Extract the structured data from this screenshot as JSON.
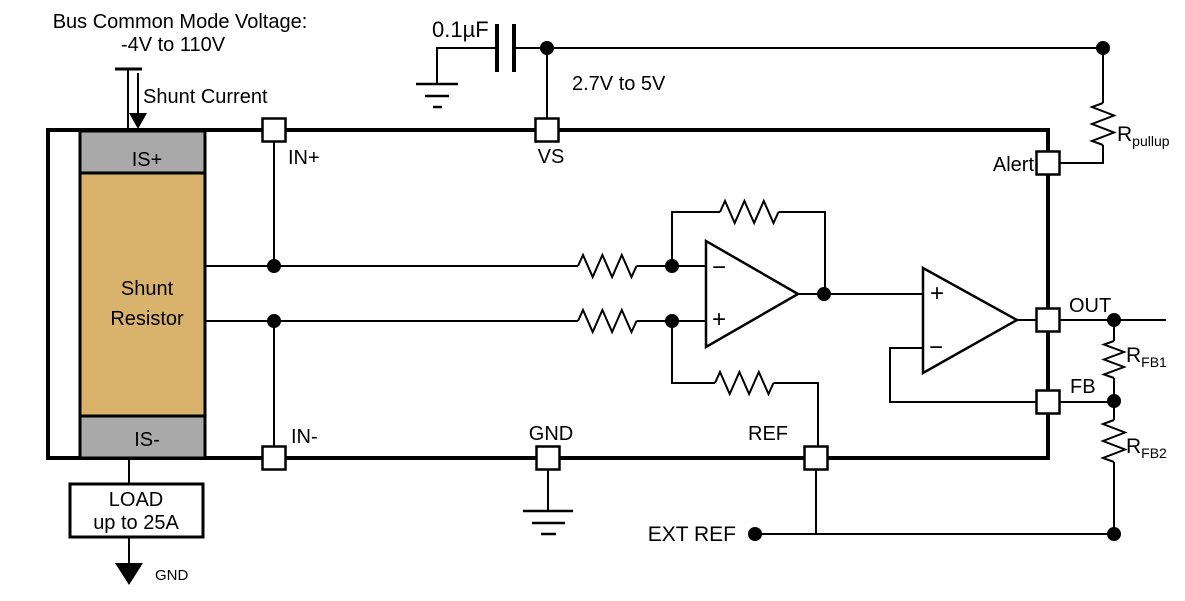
{
  "diagram": {
    "annotations": {
      "bus_voltage_line1": "Bus Common Mode Voltage:",
      "bus_voltage_line2": "-4V to 110V",
      "shunt_current": "Shunt Current",
      "capacitor_value": "0.1µF",
      "supply_range": "2.7V to 5V",
      "ext_ref": "EXT REF",
      "load_gnd": "GND"
    },
    "ic": {
      "pins": {
        "in_plus": "IN+",
        "in_minus": "IN-",
        "vs": "VS",
        "gnd": "GND",
        "ref": "REF",
        "alert": "Alert",
        "out": "OUT",
        "fb": "FB",
        "is_plus": "IS+",
        "is_minus": "IS-"
      },
      "shunt_label_line1": "Shunt",
      "shunt_label_line2": "Resistor"
    },
    "load": {
      "line1": "LOAD",
      "line2": "up to 25A"
    },
    "resistors": {
      "pullup": {
        "main": "R",
        "sub": "pullup"
      },
      "fb1": {
        "main": "R",
        "sub": "FB1"
      },
      "fb2": {
        "main": "R",
        "sub": "FB2"
      }
    },
    "opamp": {
      "plus": "+",
      "minus": "−"
    },
    "colors": {
      "shunt_fill": "#d9b36b",
      "pin_block_fill": "#a9a9a9",
      "line": "#000000",
      "background": "#ffffff"
    }
  }
}
